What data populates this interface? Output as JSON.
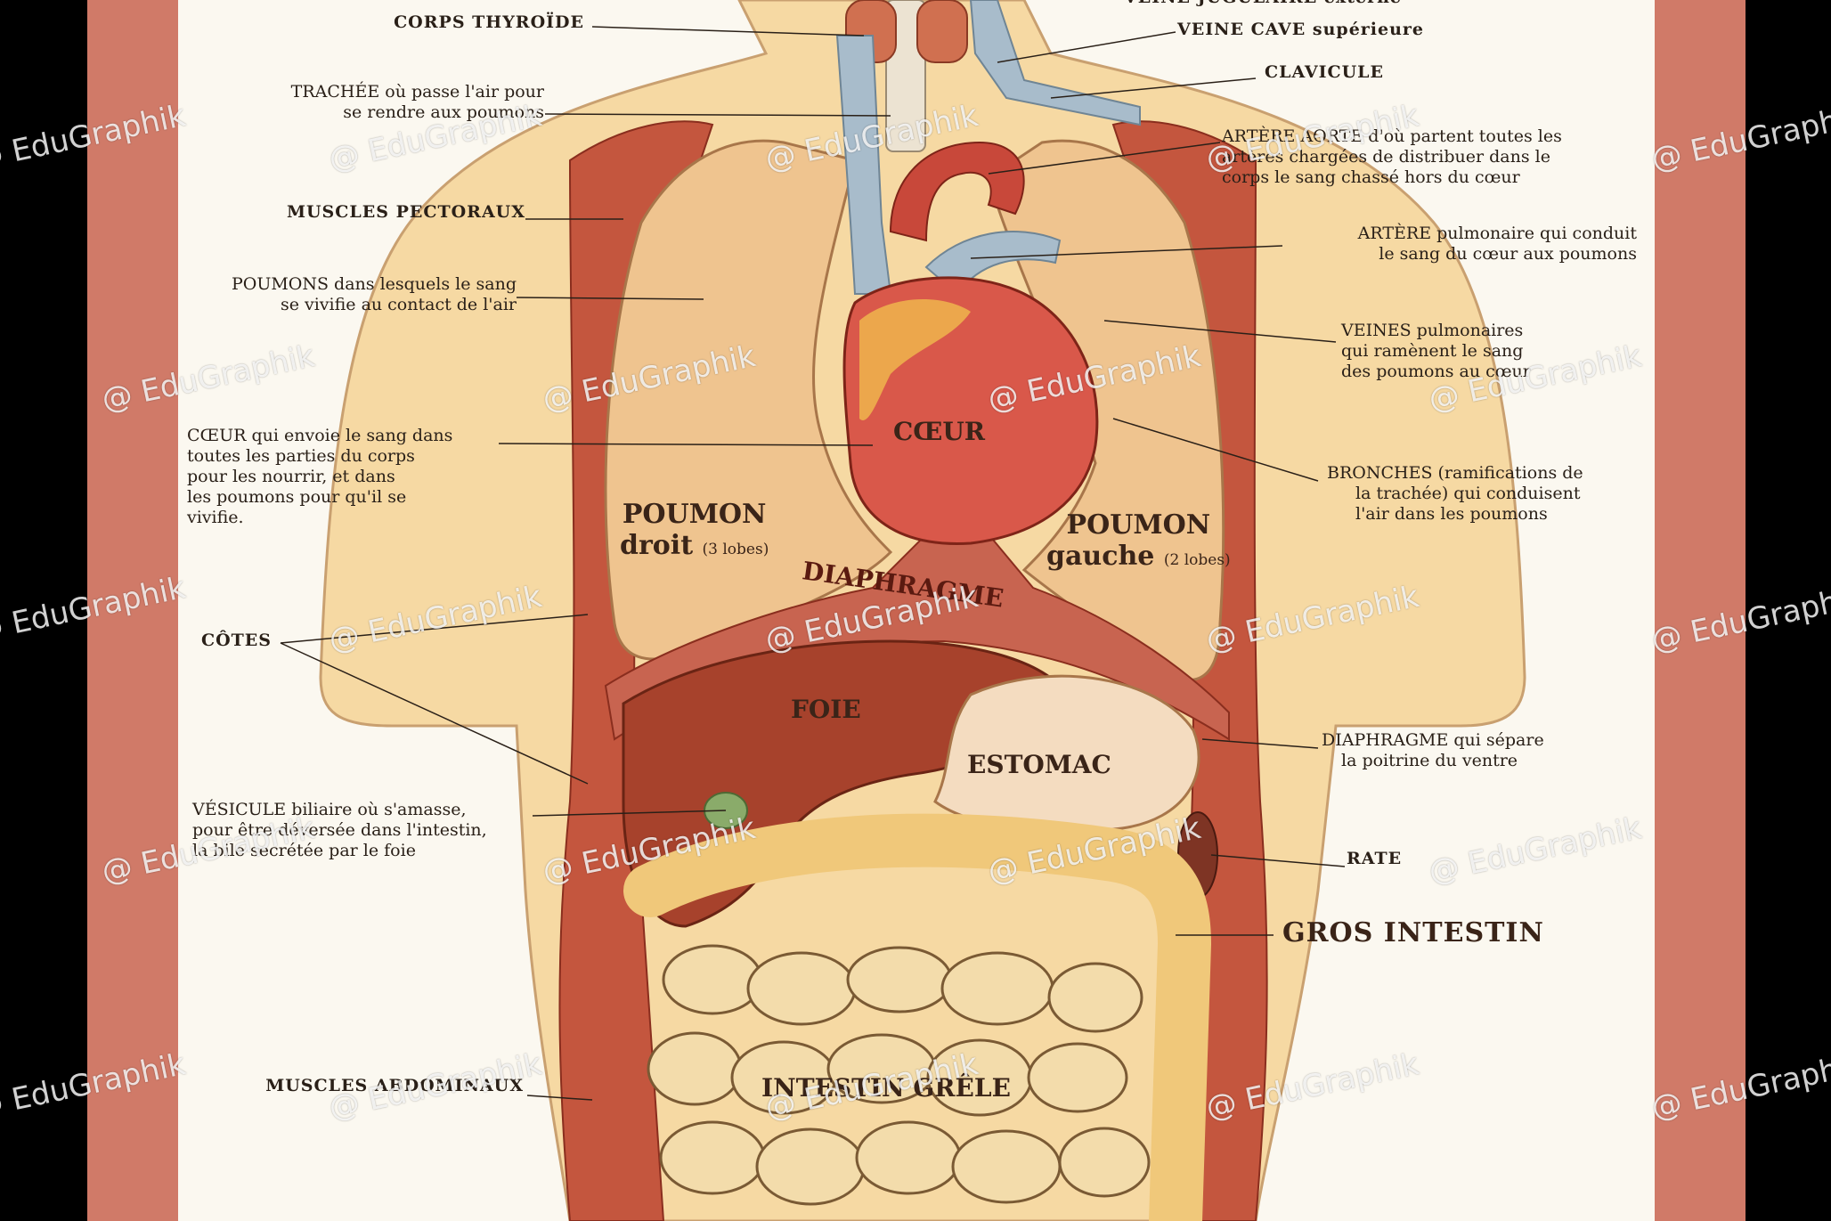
{
  "colors": {
    "background": "#000000",
    "frame": "#d07a68",
    "paper": "#fbf8f0",
    "skin": "#f6d9a3",
    "muscle": "#c4563e",
    "lung": "#efc48f",
    "heart": "#d9584a",
    "liver": "#a7422c",
    "intestine": "#f3dcab",
    "vein": "#a8bccb",
    "text": "#2a2018"
  },
  "labels": {
    "jugulaire": "VEINE JUGULAIRE externe",
    "thyroide": "CORPS THYROÏDE",
    "veine_cave": "VEINE CAVE supérieure",
    "clavicule": "CLAVICULE",
    "trachee_1": "TRACHÉE où passe l'air pour",
    "trachee_2": "se rendre aux poumons",
    "aorte_1": "ARTÈRE AORTE d'où partent toutes les",
    "aorte_2": "artères chargées de distribuer dans le",
    "aorte_3": "corps le sang chassé hors du cœur",
    "pectoraux": "MUSCLES PECTORAUX",
    "pulmonaire_1": "ARTÈRE pulmonaire qui conduit",
    "pulmonaire_2": "le sang du cœur aux poumons",
    "poumons_1": "POUMONS dans lesquels le sang",
    "poumons_2": "se vivifie au contact de l'air",
    "veines_pulm_1": "VEINES pulmonaires",
    "veines_pulm_2": "qui ramènent le sang",
    "veines_pulm_3": "des poumons au cœur",
    "coeur_1": "CŒUR qui envoie le sang dans",
    "coeur_2": "toutes les parties du corps",
    "coeur_3": "pour les nourrir, et dans",
    "coeur_4": "les poumons pour qu'il se",
    "coeur_5": "vivifie.",
    "bronches_1": "BRONCHES (ramifications de",
    "bronches_2": "la trachée) qui conduisent",
    "bronches_3": "l'air dans les poumons",
    "cotes": "CÔTES",
    "diaphragme_1": "DIAPHRAGME qui sépare",
    "diaphragme_2": "la poitrine du ventre",
    "vesicule_1": "VÉSICULE biliaire où s'amasse,",
    "vesicule_2": "pour être déversée dans l'intestin,",
    "vesicule_3": "la bile secrétée par le foie",
    "rate": "RATE",
    "gros_intestin": "GROS INTESTIN",
    "abdominaux": "MUSCLES ABDOMINAUX"
  },
  "organs": {
    "coeur": "CŒUR",
    "poumon_droit_1": "POUMON",
    "poumon_droit_2": "droit",
    "poumon_droit_3": "(3 lobes)",
    "poumon_gauche_1": "POUMON",
    "poumon_gauche_2": "gauche",
    "poumon_gauche_3": "(2 lobes)",
    "diaphragme": "DIAPHRAGME",
    "foie": "FOIE",
    "estomac": "ESTOMAC",
    "intestin_grele": "INTESTIN GRÊLE"
  },
  "watermark": "@ EduGraphik"
}
